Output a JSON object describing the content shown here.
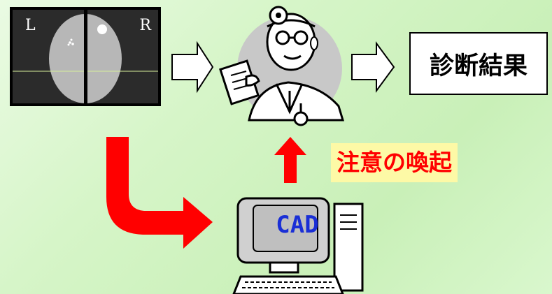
{
  "xray": {
    "left_label": "L",
    "right_label": "R"
  },
  "result_box": {
    "text": "診断結果"
  },
  "attention_label": "注意の喚起",
  "computer": {
    "screen_text": "CAD"
  },
  "colors": {
    "background": "#d6f5c8",
    "red_arrow": "#ff0000",
    "attention_highlight": "#fdf9a6",
    "cad_text": "#1a2fd6",
    "doctor_circle": "#c8c8c8"
  }
}
